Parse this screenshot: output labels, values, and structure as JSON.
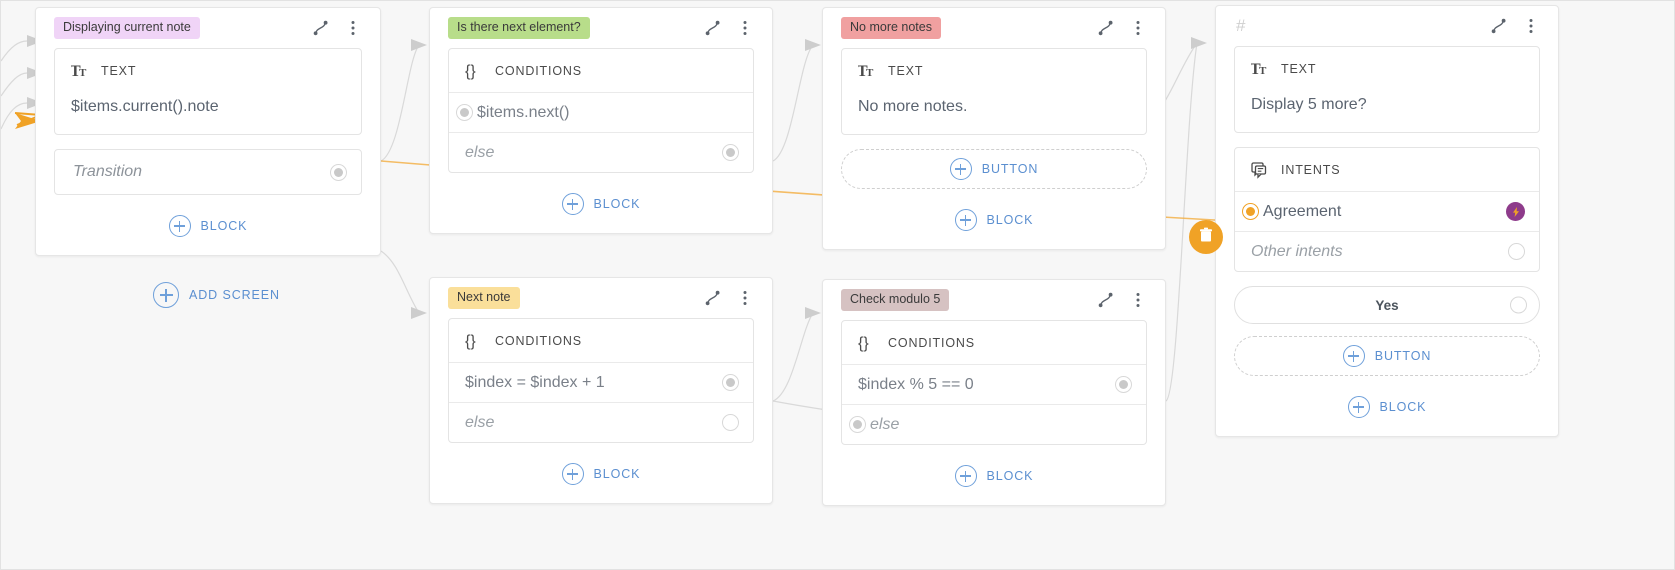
{
  "canvas": {
    "background": "#f7f7f7",
    "add_screen_label": "ADD SCREEN",
    "trash_icon": "trash-icon",
    "accent_orange": "#f0a226",
    "accent_blue": "#5b8fd0"
  },
  "common": {
    "block_add_label": "BLOCK",
    "button_add_label": "BUTTON",
    "text_block_title": "TEXT",
    "conditions_block_title": "CONDITIONS",
    "intents_block_title": "INTENTS",
    "transition_placeholder": "Transition",
    "else_label": "else",
    "link_icon": "connector-icon",
    "menu_icon": "kebab-menu-icon",
    "text_icon": "text-format-icon",
    "conditions_icon": "curly-braces-icon",
    "intents_icon": "speech-bubble-icon",
    "bolt_icon": "lightning-bolt-icon"
  },
  "screens": [
    {
      "id": "displaying-current-note",
      "title": "Displaying current note",
      "chip_color": "#f0d4f7",
      "blocks": [
        {
          "kind": "text",
          "title": "TEXT",
          "body": "$items.current().note"
        }
      ],
      "transition": "Transition",
      "has_transition": true,
      "add_block": "BLOCK"
    },
    {
      "id": "is-there-next-element",
      "title": "Is there next element?",
      "chip_color": "#b8dd8a",
      "blocks": [
        {
          "kind": "conditions",
          "title": "CONDITIONS",
          "rows": [
            {
              "label": "$items.next()",
              "italic": false,
              "port": "on-left"
            },
            {
              "label": "else",
              "italic": true,
              "port": "on-right"
            }
          ]
        }
      ],
      "add_block": "BLOCK"
    },
    {
      "id": "no-more-notes",
      "title": "No more notes",
      "chip_color": "#f0a0a0",
      "blocks": [
        {
          "kind": "text",
          "title": "TEXT",
          "body": "No more notes."
        }
      ],
      "add_button": "BUTTON",
      "add_block": "BLOCK"
    },
    {
      "id": "hash-screen",
      "title": "#",
      "chip_color": "transparent",
      "blocks": [
        {
          "kind": "text",
          "title": "TEXT",
          "body": "Display 5 more?"
        },
        {
          "kind": "intents",
          "title": "INTENTS",
          "rows": [
            {
              "label": "Agreement",
              "italic": false,
              "port": "on-left",
              "badge": "lightning-bolt-icon"
            },
            {
              "label": "Other intents",
              "italic": true,
              "port": "empty-right"
            }
          ]
        }
      ],
      "solid_button": "Yes",
      "add_button": "BUTTON",
      "add_block": "BLOCK"
    },
    {
      "id": "next-note",
      "title": "Next note",
      "chip_color": "#fadf9a",
      "blocks": [
        {
          "kind": "conditions",
          "title": "CONDITIONS",
          "rows": [
            {
              "label": "$index = $index + 1",
              "italic": false,
              "port": "grey-right"
            },
            {
              "label": "else",
              "italic": true,
              "port": "empty-right"
            }
          ]
        }
      ],
      "add_block": "BLOCK"
    },
    {
      "id": "check-modulo-5",
      "title": "Check modulo 5",
      "chip_color": "#d6c2c2",
      "blocks": [
        {
          "kind": "conditions",
          "title": "CONDITIONS",
          "rows": [
            {
              "label": "$index % 5 == 0",
              "italic": false,
              "port": "grey-right"
            },
            {
              "label": "else",
              "italic": true,
              "port": "on-left-grey"
            }
          ]
        }
      ],
      "add_block": "BLOCK"
    }
  ]
}
